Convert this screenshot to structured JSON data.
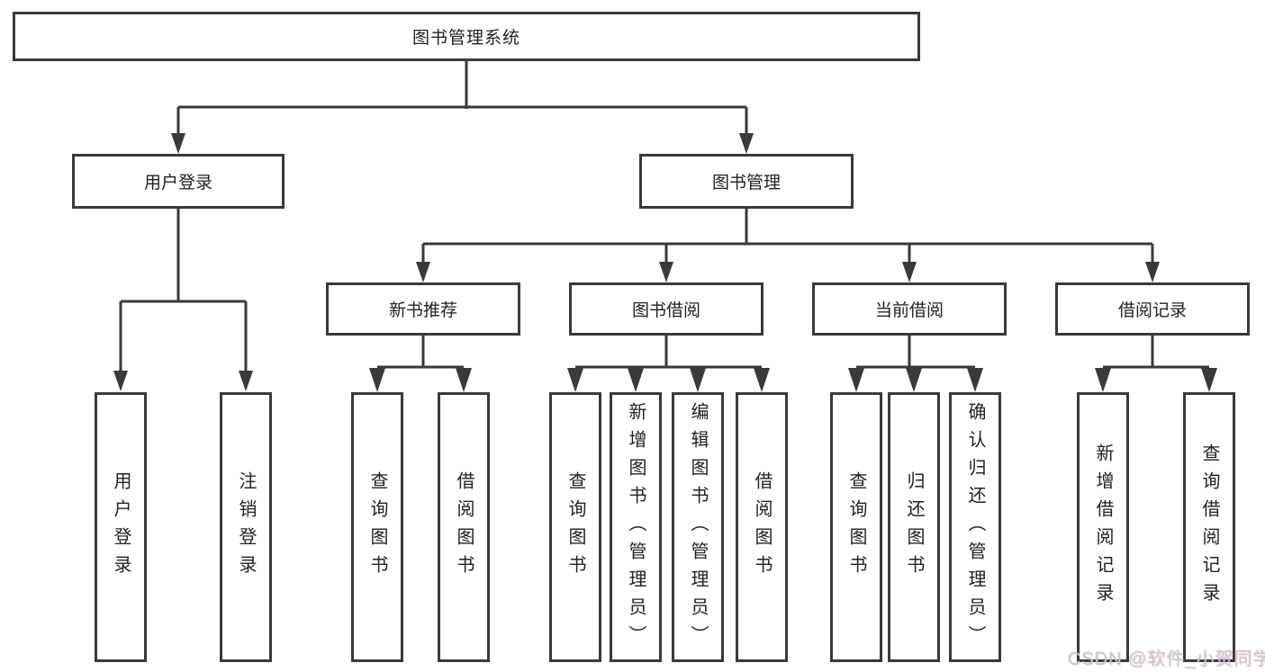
{
  "tree": {
    "root": "图书管理系统",
    "branches": [
      {
        "label": "用户登录",
        "leaves": [
          "用户登录",
          "注销登录"
        ]
      },
      {
        "label": "图书管理",
        "children": [
          {
            "label": "新书推荐",
            "leaves": [
              "查询图书",
              "借阅图书"
            ]
          },
          {
            "label": "图书借阅",
            "leaves": [
              "查询图书",
              "新增图书（管理员）",
              "编辑图书（管理员）",
              "借阅图书"
            ]
          },
          {
            "label": "当前借阅",
            "leaves": [
              "查询图书",
              "归还图书",
              "确认归还（管理员）"
            ]
          },
          {
            "label": "借阅记录",
            "leaves": [
              "新增借阅记录",
              "查询借阅记录"
            ]
          }
        ]
      }
    ]
  },
  "watermark": "CSDN @软件_小贺同学",
  "colors": {
    "line": "#3a3a3a",
    "box_border": "#3a3a3a",
    "text": "#222222",
    "watermark": "#c8c8c8",
    "background": "#ffffff"
  }
}
